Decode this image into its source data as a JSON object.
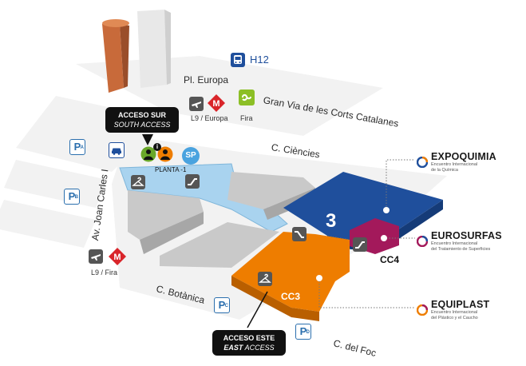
{
  "colors": {
    "hall_blue": "#1f4f9c",
    "cc3_orange": "#ee7d00",
    "cc4_magenta": "#a3195b",
    "access_light_blue": "#a9d3ef",
    "metro_red": "#d9252a",
    "fira_green": "#8cbf26",
    "parking_blue": "#2b6fae",
    "tower_copper": "#c86a3a",
    "building_grey": "#c9c9c9"
  },
  "transport": {
    "bus_label": "H12",
    "metro_europa_line": "L9",
    "metro_europa_station": "/ Europa",
    "fira_label": "Fira",
    "metro_fira_line": "L9",
    "metro_fira_station": "/ Fira"
  },
  "streets": {
    "pl_europa": "Pl. Europa",
    "gran_via": "Gran Via de les Corts Catalanes",
    "ciencies": "C. Ciències",
    "joan_carles": "Av. Joan Carles I",
    "botanica": "C. Botànica",
    "del_foc": "C. del Foc"
  },
  "parking": [
    {
      "letter": "P",
      "sub": "A"
    },
    {
      "letter": "P",
      "sub": "B"
    },
    {
      "letter": "P",
      "sub": "C"
    },
    {
      "letter": "P",
      "sub": "D"
    }
  ],
  "access": {
    "south_title": "ACCESO SUR",
    "south_sub": "SOUTH ACCESS",
    "east_title": "ACCESO ESTE",
    "east_sub_bold": "EAST",
    "east_sub_rest": " ACCESS",
    "planta": "PLANTA -1",
    "sp": "SP",
    "info_badge": "i"
  },
  "halls": {
    "hall_3": "3",
    "cc3": "CC3",
    "cc4": "CC4"
  },
  "brands": [
    {
      "name": "EXPOQUIMIA",
      "sub1": "Encuentro Internacional",
      "sub2": "de la Química",
      "color": "#1f4f9c"
    },
    {
      "name": "EUROSURFAS",
      "sub1": "Encuentro Internacional",
      "sub2": "del Tratamiento de Superficies",
      "color": "#a3195b"
    },
    {
      "name": "EQUIPLAST",
      "sub1": "Encuentro Internacional",
      "sub2": "del Plástico y el Caucho",
      "color": "#ee7d00"
    }
  ],
  "icons": [
    "bus-icon",
    "airplane-icon",
    "metro-icon",
    "fira-logo-icon",
    "taxi-icon",
    "info-people-icon",
    "coat-hanger-icon",
    "escalator-icon"
  ]
}
